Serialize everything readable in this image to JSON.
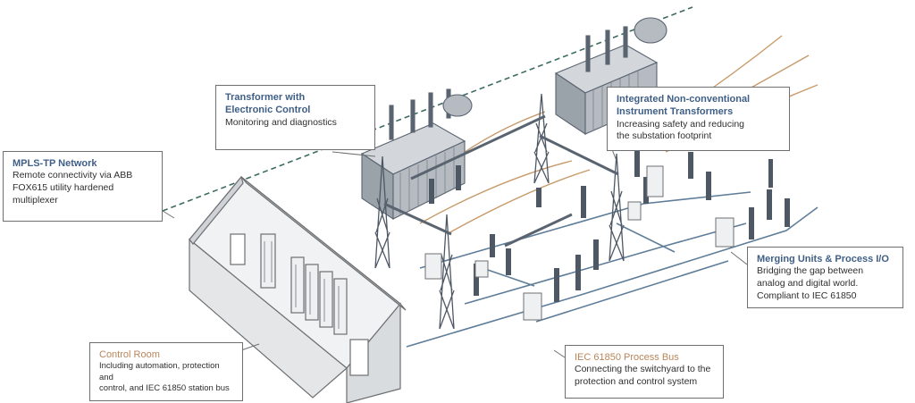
{
  "callouts": {
    "transformer": {
      "title_line1": "Transformer with",
      "title_line2": "Electronic Control",
      "body_line1": "Monitoring and diagnostics"
    },
    "instrument": {
      "title_line1": "Integrated Non-conventional",
      "title_line2": "Instrument Transformers",
      "body_line1": "Increasing safety and reducing",
      "body_line2": "the substation footprint"
    },
    "mpls": {
      "title_line1": "MPLS-TP Network",
      "body_line1": "Remote connectivity via ABB",
      "body_line2": "FOX615 utility hardened",
      "body_line3": "multiplexer"
    },
    "merging": {
      "title_line1": "Merging Units & Process I/O",
      "body_line1": "Bridging the gap between",
      "body_line2": "analog and digital world.",
      "body_line3": "Compliant to IEC 61850"
    },
    "control_room": {
      "title_line1": "Control Room",
      "body_line1": "Including automation, protection and",
      "body_line2": "control, and IEC 61850 station bus"
    },
    "process_bus": {
      "title_line1": "IEC 61850 Process Bus",
      "body_line1": "Connecting the switchyard to the",
      "body_line2": "protection and control system"
    }
  },
  "colors": {
    "network_line": "#3d6b62",
    "process_bus_line": "#5f7d99",
    "power_line": "#c89a6a",
    "steel": "#5a6470",
    "outline": "#6d6f71"
  }
}
